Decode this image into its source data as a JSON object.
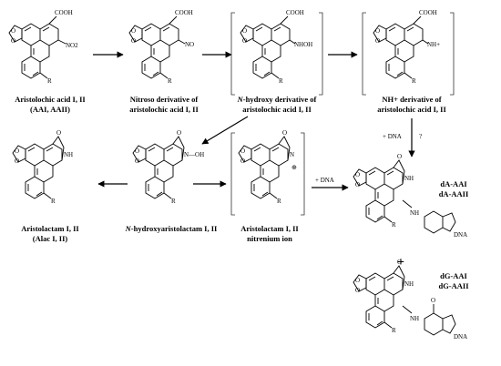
{
  "nodes": {
    "aai": {
      "line1": "Aristolochic acid I, II",
      "line2": "(AAI, AAII)",
      "substituent": "NO2",
      "acid": "COOH",
      "r": "R"
    },
    "nitroso": {
      "line1": "Nitroso derivative of",
      "line2": "aristolochic acid I, II",
      "substituent": "NO",
      "acid": "COOH",
      "r": "R"
    },
    "nhydroxy": {
      "line1_italic": "N",
      "line1_rest": "-hydroxy derivative of",
      "line2": "aristolochic acid I, II",
      "substituent": "NHOH",
      "acid": "COOH",
      "r": "R"
    },
    "nhplus": {
      "line1": "NH+ derivative of",
      "line2": "aristolochic acid I, II",
      "substituent": "NH+",
      "acid": "COOH",
      "r": "R"
    },
    "lactam": {
      "line1": "Aristolactam I, II",
      "line2": "(Alac I, II)",
      "o": "O",
      "nh": "NH",
      "r": "R"
    },
    "nhydroxylactam": {
      "line1_italic": "N",
      "line1_rest": "-hydroxyaristolactam I, II",
      "o": "O",
      "n": "N—OH",
      "r": "R"
    },
    "nitrenium": {
      "line1": "Aristolactam I, II",
      "line2": "nitrenium ion",
      "o": "O",
      "n": "N",
      "charge": "⊕",
      "r": "R"
    },
    "adduct_a": {
      "label1": "dA-AAI",
      "label2": "dA-AAII",
      "o": "O",
      "nh": "NH",
      "n_link": "N",
      "h": "H",
      "dna": "DNA",
      "r": "R"
    },
    "adduct_g": {
      "label1": "dG-AAI",
      "label2": "dG-AAII",
      "o": "O",
      "nh": "NH",
      "h": "H",
      "dna": "DNA",
      "r": "R"
    }
  },
  "edges": {
    "dna_label_1": "+ DNA",
    "question": "?",
    "dna_label_2": "+ DNA",
    "plus": "+"
  }
}
